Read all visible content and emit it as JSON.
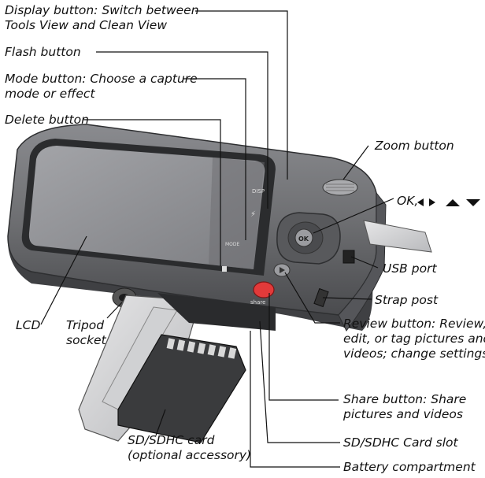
{
  "labels": {
    "display_button": [
      "Display button: Switch between",
      "Tools View and Clean View"
    ],
    "flash_button": "Flash button",
    "mode_button": [
      "Mode button: Choose a capture",
      "mode or effect"
    ],
    "delete_button": "Delete button",
    "zoom_button": "Zoom button",
    "ok_button": "OK,",
    "usb_port": "USB port",
    "strap_post": "Strap post",
    "review_button": [
      "Review button: Review,",
      "edit, or tag pictures and",
      "videos; change settings"
    ],
    "lcd": "LCD",
    "tripod_socket": [
      "Tripod",
      "socket"
    ],
    "share_button": [
      "Share button: Share",
      "pictures and videos"
    ],
    "sd_card": [
      "SD/SDHC card",
      "(optional accessory)"
    ],
    "sd_slot": "SD/SDHC Card slot",
    "battery": "Battery compartment"
  },
  "camera_marks": {
    "ok": "OK",
    "share": "share",
    "mode": "MODE",
    "disp": "DISP"
  },
  "colors": {
    "body": "#6e6f72",
    "body_dark": "#3f4043",
    "screen": "#8f9094",
    "share_button": "#e23a3a",
    "text": "#111111"
  },
  "icons": [
    "arrow-left-icon",
    "arrow-right-icon",
    "arrow-up-icon",
    "arrow-down-icon"
  ]
}
